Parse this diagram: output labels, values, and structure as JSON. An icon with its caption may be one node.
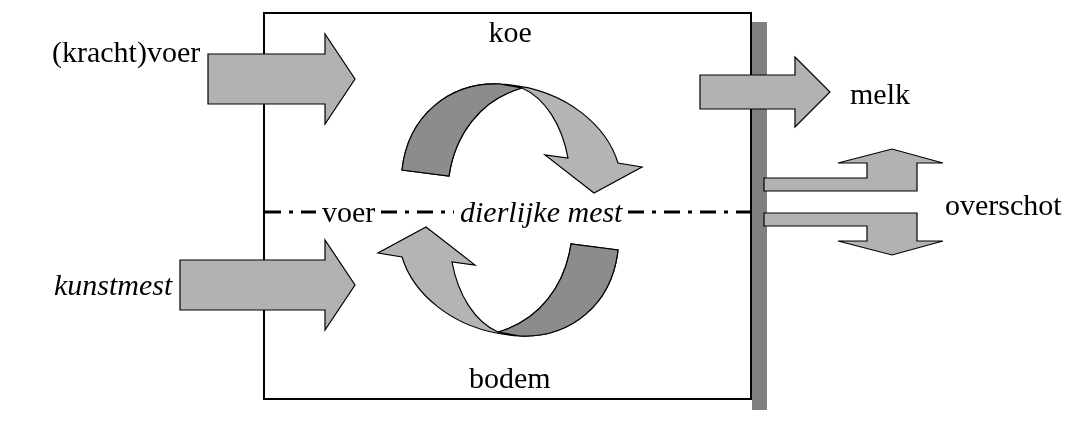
{
  "diagram": {
    "nodes": [
      {
        "text": [],
        "shape": "box"
      },
      {
        "text": [
          "voer"
        ],
        "in": 0
      },
      {
        "text": [
          "dierlijke mest"
        ],
        "in": 0
      },
      {
        "text": [
          "(kracht)voer"
        ]
      },
      {
        "text": [
          "kunstmest"
        ]
      },
      {
        "text": [
          "melk"
        ]
      }
    ],
    "edges": [
      {
        "from": 3,
        "to": 0,
        "arrow": "to"
      },
      {
        "from": 4,
        "to": 0,
        "arrow": "to"
      },
      {
        "from": 0,
        "to": 5,
        "arrow": "to"
      },
      {
        "from": 0,
        "to": null,
        "arrow": "to"
      },
      {
        "from": 0,
        "to": null,
        "arrow": "to"
      },
      {
        "from": 1,
        "to": 2,
        "arrow": "to"
      },
      {
        "from": 2,
        "to": 1,
        "arrow": "to"
      }
    ],
    "labels": [
      "koe",
      "bodem",
      "overschot"
    ]
  }
}
